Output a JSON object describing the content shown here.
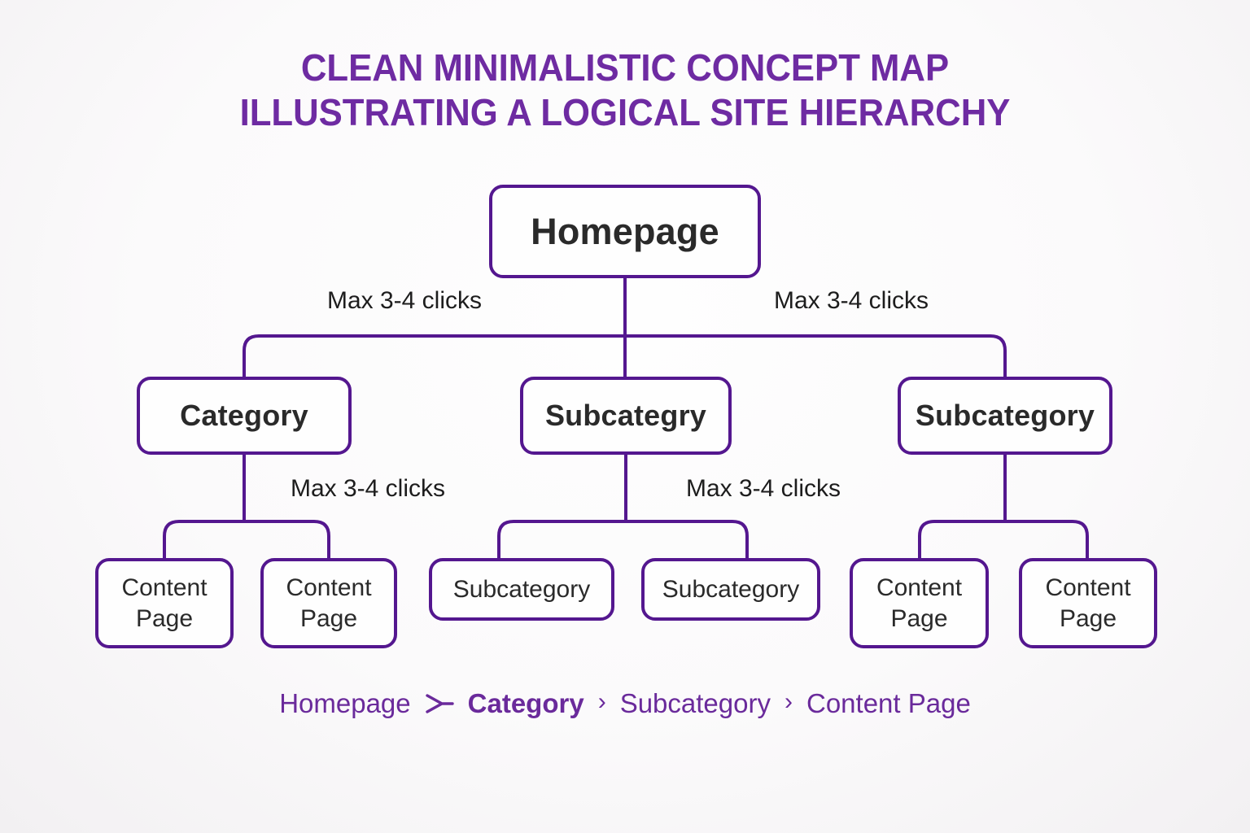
{
  "title": {
    "line1": "CLEAN MINIMALISTIC CONCEPT MAP",
    "line2": "ILLUSTRATING A LOGICAL SITE HIERARCHY"
  },
  "nodes": [
    {
      "id": "homepage",
      "label": "Homepage"
    },
    {
      "id": "category",
      "label": "Category"
    },
    {
      "id": "subcategry-mid",
      "label": "Subcategry"
    },
    {
      "id": "subcategory-right",
      "label": "Subcategory"
    },
    {
      "id": "content-page-1",
      "label": "Content Page"
    },
    {
      "id": "content-page-2",
      "label": "Content Page"
    },
    {
      "id": "subcategory-child-1",
      "label": "Subcategory"
    },
    {
      "id": "subcategory-child-2",
      "label": "Subcategory"
    },
    {
      "id": "content-page-3",
      "label": "Content Page"
    },
    {
      "id": "content-page-4",
      "label": "Content Page"
    }
  ],
  "edge_labels": [
    "Max 3-4 clicks",
    "Max 3-4 clicks",
    "Max 3-4 clicks",
    "Max 3-4 clicks"
  ],
  "breadcrumb": {
    "items": [
      "Homepage",
      "Category",
      "Subcategory",
      "Content Page"
    ],
    "separator": "›"
  },
  "colors": {
    "line_purple": "#54178f",
    "title_purple": "#6e2ba2",
    "breadcrumb_purple": "#6a2a9b",
    "node_text": "#2a2a2a",
    "edge_label_text": "#1d1d1d",
    "node_fill": "#fefefe",
    "background": "#f6f4f6"
  }
}
